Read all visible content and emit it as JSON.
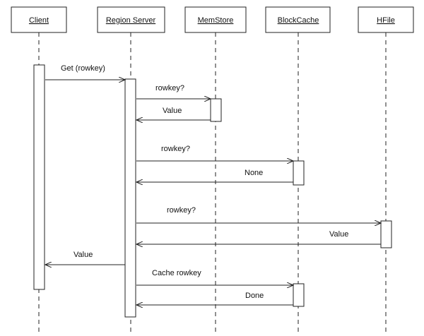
{
  "participants": [
    {
      "id": "client",
      "label": "Client"
    },
    {
      "id": "region",
      "label": "Region Server"
    },
    {
      "id": "memstore",
      "label": "MemStore"
    },
    {
      "id": "blockcache",
      "label": "BlockCache"
    },
    {
      "id": "hfile",
      "label": "HFile"
    }
  ],
  "messages": [
    {
      "from": "client",
      "to": "region",
      "label": "Get (rowkey)"
    },
    {
      "from": "region",
      "to": "memstore",
      "label": "rowkey?"
    },
    {
      "from": "memstore",
      "to": "region",
      "label": "Value"
    },
    {
      "from": "region",
      "to": "blockcache",
      "label": "rowkey?"
    },
    {
      "from": "blockcache",
      "to": "region",
      "label": "None"
    },
    {
      "from": "region",
      "to": "hfile",
      "label": "rowkey?"
    },
    {
      "from": "hfile",
      "to": "region",
      "label": "Value"
    },
    {
      "from": "region",
      "to": "client",
      "label": "Value"
    },
    {
      "from": "region",
      "to": "blockcache",
      "label": "Cache rowkey"
    },
    {
      "from": "blockcache",
      "to": "region",
      "label": "Done"
    }
  ],
  "colors": {
    "line": "#222222",
    "fill": "#ffffff"
  }
}
